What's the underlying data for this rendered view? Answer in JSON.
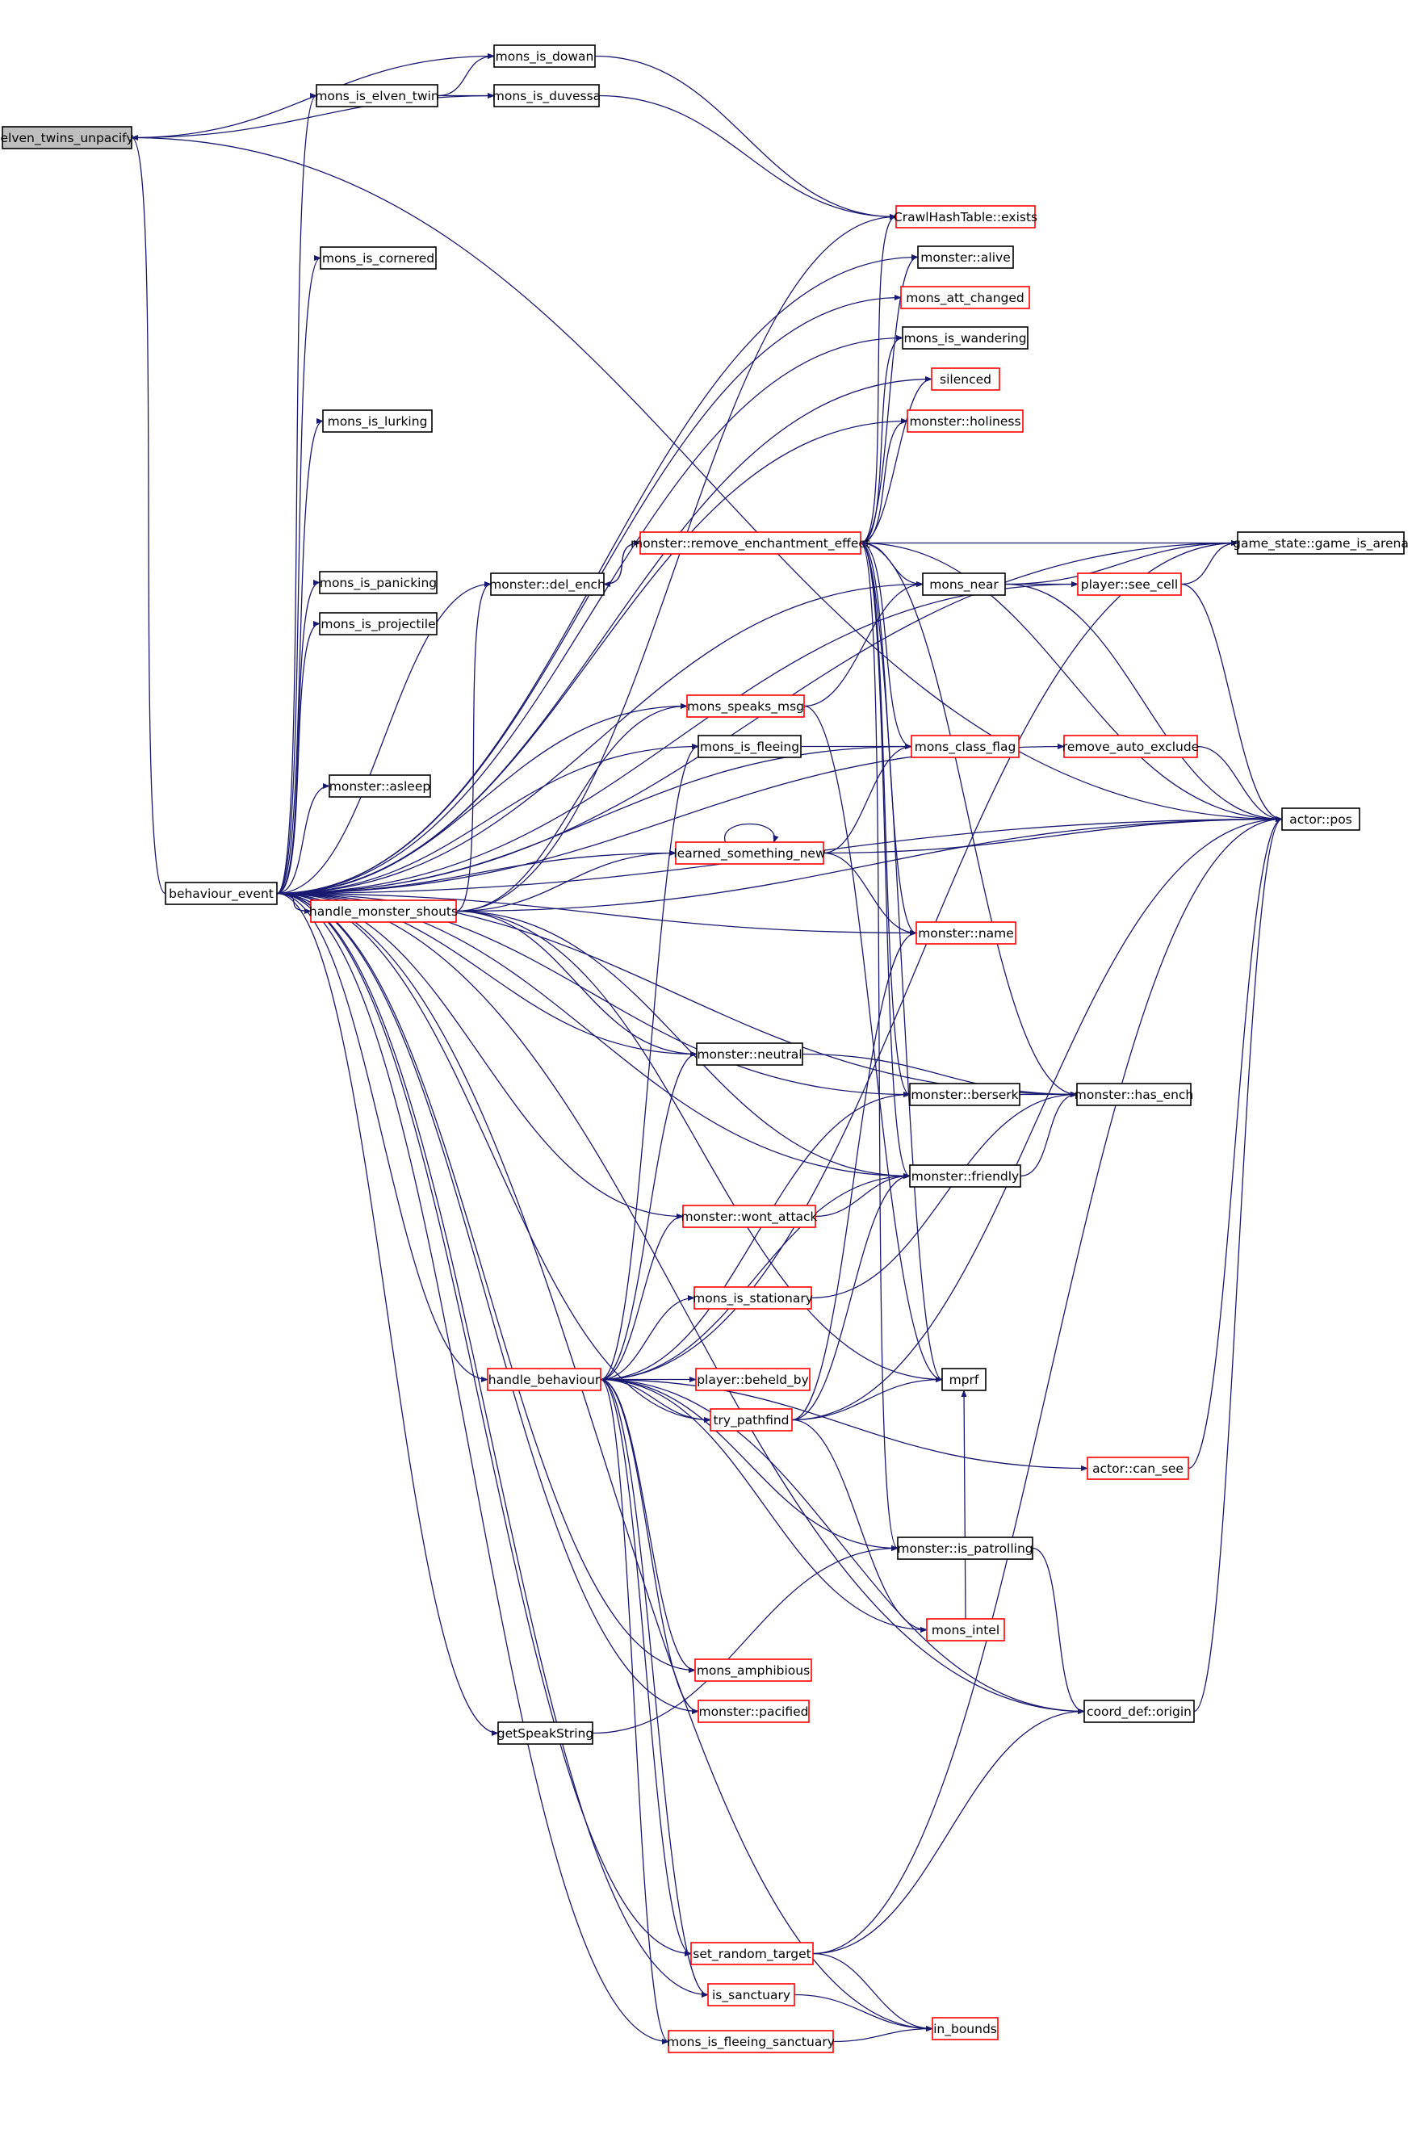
{
  "colors": {
    "edge": "#191970",
    "arrow": "#191970",
    "border_default": "#000000",
    "border_truncated": "#ff0000",
    "root_fill": "#bfbfbf",
    "node_fill": "#ffffff"
  },
  "nodes": [
    {
      "id": "elven_twins_unpacify",
      "label": "elven_twins_unpacify",
      "style": "root"
    },
    {
      "id": "mons_is_dowan",
      "label": "mons_is_dowan",
      "style": "default"
    },
    {
      "id": "mons_is_elven_twin",
      "label": "mons_is_elven_twin",
      "style": "default"
    },
    {
      "id": "mons_is_duvessa",
      "label": "mons_is_duvessa",
      "style": "default"
    },
    {
      "id": "crawlhashtable_exists",
      "label": "CrawlHashTable::exists",
      "style": "truncated"
    },
    {
      "id": "monster_alive",
      "label": "monster::alive",
      "style": "default"
    },
    {
      "id": "mons_is_cornered",
      "label": "mons_is_cornered",
      "style": "default"
    },
    {
      "id": "mons_att_changed",
      "label": "mons_att_changed",
      "style": "truncated"
    },
    {
      "id": "mons_is_wandering",
      "label": "mons_is_wandering",
      "style": "default"
    },
    {
      "id": "silenced",
      "label": "silenced",
      "style": "truncated"
    },
    {
      "id": "mons_is_lurking",
      "label": "mons_is_lurking",
      "style": "default"
    },
    {
      "id": "monster_holiness",
      "label": "monster::holiness",
      "style": "truncated"
    },
    {
      "id": "monster_remove_enchantment_effect",
      "label": "monster::remove_enchantment_effect",
      "style": "truncated"
    },
    {
      "id": "game_state_game_is_arena",
      "label": "game_state::game_is_arena",
      "style": "default"
    },
    {
      "id": "mons_is_panicking",
      "label": "mons_is_panicking",
      "style": "default"
    },
    {
      "id": "monster_del_ench",
      "label": "monster::del_ench",
      "style": "default"
    },
    {
      "id": "mons_near",
      "label": "mons_near",
      "style": "default"
    },
    {
      "id": "player_see_cell",
      "label": "player::see_cell",
      "style": "truncated"
    },
    {
      "id": "mons_is_projectile",
      "label": "mons_is_projectile",
      "style": "default"
    },
    {
      "id": "mons_speaks_msg",
      "label": "mons_speaks_msg",
      "style": "truncated"
    },
    {
      "id": "mons_is_fleeing",
      "label": "mons_is_fleeing",
      "style": "default"
    },
    {
      "id": "mons_class_flag",
      "label": "mons_class_flag",
      "style": "truncated"
    },
    {
      "id": "remove_auto_exclude",
      "label": "remove_auto_exclude",
      "style": "truncated"
    },
    {
      "id": "monster_asleep",
      "label": "monster::asleep",
      "style": "default"
    },
    {
      "id": "actor_pos",
      "label": "actor::pos",
      "style": "default"
    },
    {
      "id": "learned_something_new",
      "label": "learned_something_new",
      "style": "truncated"
    },
    {
      "id": "behaviour_event",
      "label": "behaviour_event",
      "style": "default"
    },
    {
      "id": "handle_monster_shouts",
      "label": "handle_monster_shouts",
      "style": "truncated"
    },
    {
      "id": "monster_name",
      "label": "monster::name",
      "style": "truncated"
    },
    {
      "id": "monster_neutral",
      "label": "monster::neutral",
      "style": "default"
    },
    {
      "id": "monster_berserk",
      "label": "monster::berserk",
      "style": "default"
    },
    {
      "id": "monster_has_ench",
      "label": "monster::has_ench",
      "style": "default"
    },
    {
      "id": "monster_friendly",
      "label": "monster::friendly",
      "style": "default"
    },
    {
      "id": "monster_wont_attack",
      "label": "monster::wont_attack",
      "style": "truncated"
    },
    {
      "id": "mons_is_stationary",
      "label": "mons_is_stationary",
      "style": "truncated"
    },
    {
      "id": "handle_behaviour",
      "label": "handle_behaviour",
      "style": "truncated"
    },
    {
      "id": "player_beheld_by",
      "label": "player::beheld_by",
      "style": "truncated"
    },
    {
      "id": "mprf",
      "label": "mprf",
      "style": "default"
    },
    {
      "id": "try_pathfind",
      "label": "try_pathfind",
      "style": "truncated"
    },
    {
      "id": "actor_can_see",
      "label": "actor::can_see",
      "style": "truncated"
    },
    {
      "id": "monster_is_patrolling",
      "label": "monster::is_patrolling",
      "style": "default"
    },
    {
      "id": "mons_intel",
      "label": "mons_intel",
      "style": "truncated"
    },
    {
      "id": "mons_amphibious",
      "label": "mons_amphibious",
      "style": "truncated"
    },
    {
      "id": "coord_def_origin",
      "label": "coord_def::origin",
      "style": "default"
    },
    {
      "id": "monster_pacified",
      "label": "monster::pacified",
      "style": "truncated"
    },
    {
      "id": "getspeakstring",
      "label": "getSpeakString",
      "style": "default"
    },
    {
      "id": "set_random_target",
      "label": "set_random_target",
      "style": "truncated"
    },
    {
      "id": "is_sanctuary",
      "label": "is_sanctuary",
      "style": "truncated"
    },
    {
      "id": "in_bounds",
      "label": "in_bounds",
      "style": "truncated"
    },
    {
      "id": "mons_is_fleeing_sanctuary",
      "label": "mons_is_fleeing_sanctuary",
      "style": "truncated"
    }
  ],
  "edges": [
    [
      "elven_twins_unpacify",
      "mons_is_dowan"
    ],
    [
      "elven_twins_unpacify",
      "mons_is_duvessa"
    ],
    [
      "elven_twins_unpacify",
      "actor_pos"
    ],
    [
      "mons_is_elven_twin",
      "mons_is_dowan"
    ],
    [
      "mons_is_elven_twin",
      "mons_is_duvessa"
    ],
    [
      "mons_is_dowan",
      "crawlhashtable_exists"
    ],
    [
      "mons_is_duvessa",
      "crawlhashtable_exists"
    ],
    [
      "behaviour_event",
      "elven_twins_unpacify"
    ],
    [
      "behaviour_event",
      "mons_is_elven_twin"
    ],
    [
      "behaviour_event",
      "mons_is_cornered"
    ],
    [
      "behaviour_event",
      "mons_is_lurking"
    ],
    [
      "behaviour_event",
      "mons_is_panicking"
    ],
    [
      "behaviour_event",
      "mons_is_projectile"
    ],
    [
      "behaviour_event",
      "monster_asleep"
    ],
    [
      "behaviour_event",
      "handle_monster_shouts"
    ],
    [
      "behaviour_event",
      "handle_behaviour"
    ],
    [
      "behaviour_event",
      "getspeakstring"
    ],
    [
      "behaviour_event",
      "game_state_game_is_arena"
    ],
    [
      "behaviour_event",
      "monster_alive"
    ],
    [
      "behaviour_event",
      "mons_att_changed"
    ],
    [
      "behaviour_event",
      "mons_is_wandering"
    ],
    [
      "behaviour_event",
      "silenced"
    ],
    [
      "behaviour_event",
      "monster_holiness"
    ],
    [
      "behaviour_event",
      "monster_del_ench"
    ],
    [
      "behaviour_event",
      "mons_near"
    ],
    [
      "behaviour_event",
      "mons_speaks_msg"
    ],
    [
      "behaviour_event",
      "mons_is_fleeing"
    ],
    [
      "behaviour_event",
      "mons_class_flag"
    ],
    [
      "behaviour_event",
      "remove_auto_exclude"
    ],
    [
      "behaviour_event",
      "actor_pos"
    ],
    [
      "behaviour_event",
      "learned_something_new"
    ],
    [
      "behaviour_event",
      "monster_name"
    ],
    [
      "behaviour_event",
      "monster_neutral"
    ],
    [
      "behaviour_event",
      "monster_berserk"
    ],
    [
      "behaviour_event",
      "monster_has_ench"
    ],
    [
      "behaviour_event",
      "monster_friendly"
    ],
    [
      "behaviour_event",
      "monster_wont_attack"
    ],
    [
      "behaviour_event",
      "try_pathfind"
    ],
    [
      "behaviour_event",
      "mons_amphibious"
    ],
    [
      "behaviour_event",
      "monster_pacified"
    ],
    [
      "behaviour_event",
      "coord_def_origin"
    ],
    [
      "behaviour_event",
      "set_random_target"
    ],
    [
      "behaviour_event",
      "is_sanctuary"
    ],
    [
      "behaviour_event",
      "mons_is_fleeing_sanctuary"
    ],
    [
      "behaviour_event",
      "in_bounds"
    ],
    [
      "behaviour_event",
      "player_see_cell"
    ],
    [
      "handle_monster_shouts",
      "crawlhashtable_exists"
    ],
    [
      "handle_monster_shouts",
      "monster_del_ench"
    ],
    [
      "handle_monster_shouts",
      "mons_speaks_msg"
    ],
    [
      "handle_monster_shouts",
      "learned_something_new"
    ],
    [
      "handle_monster_shouts",
      "monster_neutral"
    ],
    [
      "handle_monster_shouts",
      "monster_friendly"
    ],
    [
      "handle_monster_shouts",
      "mprf"
    ],
    [
      "handle_monster_shouts",
      "actor_pos"
    ],
    [
      "monster_del_ench",
      "monster_remove_enchantment_effect"
    ],
    [
      "monster_remove_enchantment_effect",
      "monster_del_ench"
    ],
    [
      "monster_remove_enchantment_effect",
      "crawlhashtable_exists"
    ],
    [
      "monster_remove_enchantment_effect",
      "monster_alive"
    ],
    [
      "monster_remove_enchantment_effect",
      "mons_is_wandering"
    ],
    [
      "monster_remove_enchantment_effect",
      "silenced"
    ],
    [
      "monster_remove_enchantment_effect",
      "monster_holiness"
    ],
    [
      "monster_remove_enchantment_effect",
      "game_state_game_is_arena"
    ],
    [
      "monster_remove_enchantment_effect",
      "mons_near"
    ],
    [
      "monster_remove_enchantment_effect",
      "mons_class_flag"
    ],
    [
      "monster_remove_enchantment_effect",
      "actor_pos"
    ],
    [
      "monster_remove_enchantment_effect",
      "monster_name"
    ],
    [
      "monster_remove_enchantment_effect",
      "monster_berserk"
    ],
    [
      "monster_remove_enchantment_effect",
      "monster_has_ench"
    ],
    [
      "monster_remove_enchantment_effect",
      "monster_friendly"
    ],
    [
      "monster_remove_enchantment_effect",
      "mprf"
    ],
    [
      "monster_remove_enchantment_effect",
      "monster_is_patrolling"
    ],
    [
      "mons_near",
      "player_see_cell"
    ],
    [
      "mons_near",
      "game_state_game_is_arena"
    ],
    [
      "mons_near",
      "actor_pos"
    ],
    [
      "player_see_cell",
      "game_state_game_is_arena"
    ],
    [
      "player_see_cell",
      "actor_pos"
    ],
    [
      "mons_speaks_msg",
      "mons_near"
    ],
    [
      "mons_speaks_msg",
      "mprf"
    ],
    [
      "mons_is_fleeing",
      "mons_class_flag"
    ],
    [
      "remove_auto_exclude",
      "actor_pos"
    ],
    [
      "learned_something_new",
      "learned_something_new"
    ],
    [
      "learned_something_new",
      "mons_class_flag"
    ],
    [
      "learned_something_new",
      "actor_pos"
    ],
    [
      "learned_something_new",
      "monster_name"
    ],
    [
      "monster_neutral",
      "monster_has_ench"
    ],
    [
      "monster_berserk",
      "monster_has_ench"
    ],
    [
      "monster_friendly",
      "monster_has_ench"
    ],
    [
      "monster_wont_attack",
      "monster_friendly"
    ],
    [
      "mons_is_stationary",
      "monster_has_ench"
    ],
    [
      "handle_behaviour",
      "game_state_game_is_arena"
    ],
    [
      "handle_behaviour",
      "monster_neutral"
    ],
    [
      "handle_behaviour",
      "monster_berserk"
    ],
    [
      "handle_behaviour",
      "monster_friendly"
    ],
    [
      "handle_behaviour",
      "monster_wont_attack"
    ],
    [
      "handle_behaviour",
      "mons_is_stationary"
    ],
    [
      "handle_behaviour",
      "player_beheld_by"
    ],
    [
      "handle_behaviour",
      "try_pathfind"
    ],
    [
      "handle_behaviour",
      "actor_can_see"
    ],
    [
      "handle_behaviour",
      "monster_is_patrolling"
    ],
    [
      "handle_behaviour",
      "mons_intel"
    ],
    [
      "handle_behaviour",
      "mons_amphibious"
    ],
    [
      "handle_behaviour",
      "monster_pacified"
    ],
    [
      "handle_behaviour",
      "coord_def_origin"
    ],
    [
      "handle_behaviour",
      "set_random_target"
    ],
    [
      "handle_behaviour",
      "is_sanctuary"
    ],
    [
      "handle_behaviour",
      "mons_is_fleeing_sanctuary"
    ],
    [
      "handle_behaviour",
      "mons_is_fleeing"
    ],
    [
      "try_pathfind",
      "mprf"
    ],
    [
      "try_pathfind",
      "monster_name"
    ],
    [
      "try_pathfind",
      "monster_friendly"
    ],
    [
      "try_pathfind",
      "actor_pos"
    ],
    [
      "try_pathfind",
      "mons_intel"
    ],
    [
      "actor_can_see",
      "actor_pos"
    ],
    [
      "monster_is_patrolling",
      "coord_def_origin"
    ],
    [
      "mons_intel",
      "mprf"
    ],
    [
      "getspeakstring",
      "monster_is_patrolling"
    ],
    [
      "set_random_target",
      "coord_def_origin"
    ],
    [
      "set_random_target",
      "in_bounds"
    ],
    [
      "set_random_target",
      "actor_pos"
    ],
    [
      "is_sanctuary",
      "in_bounds"
    ],
    [
      "mons_is_fleeing_sanctuary",
      "in_bounds"
    ],
    [
      "coord_def_origin",
      "actor_pos"
    ]
  ]
}
